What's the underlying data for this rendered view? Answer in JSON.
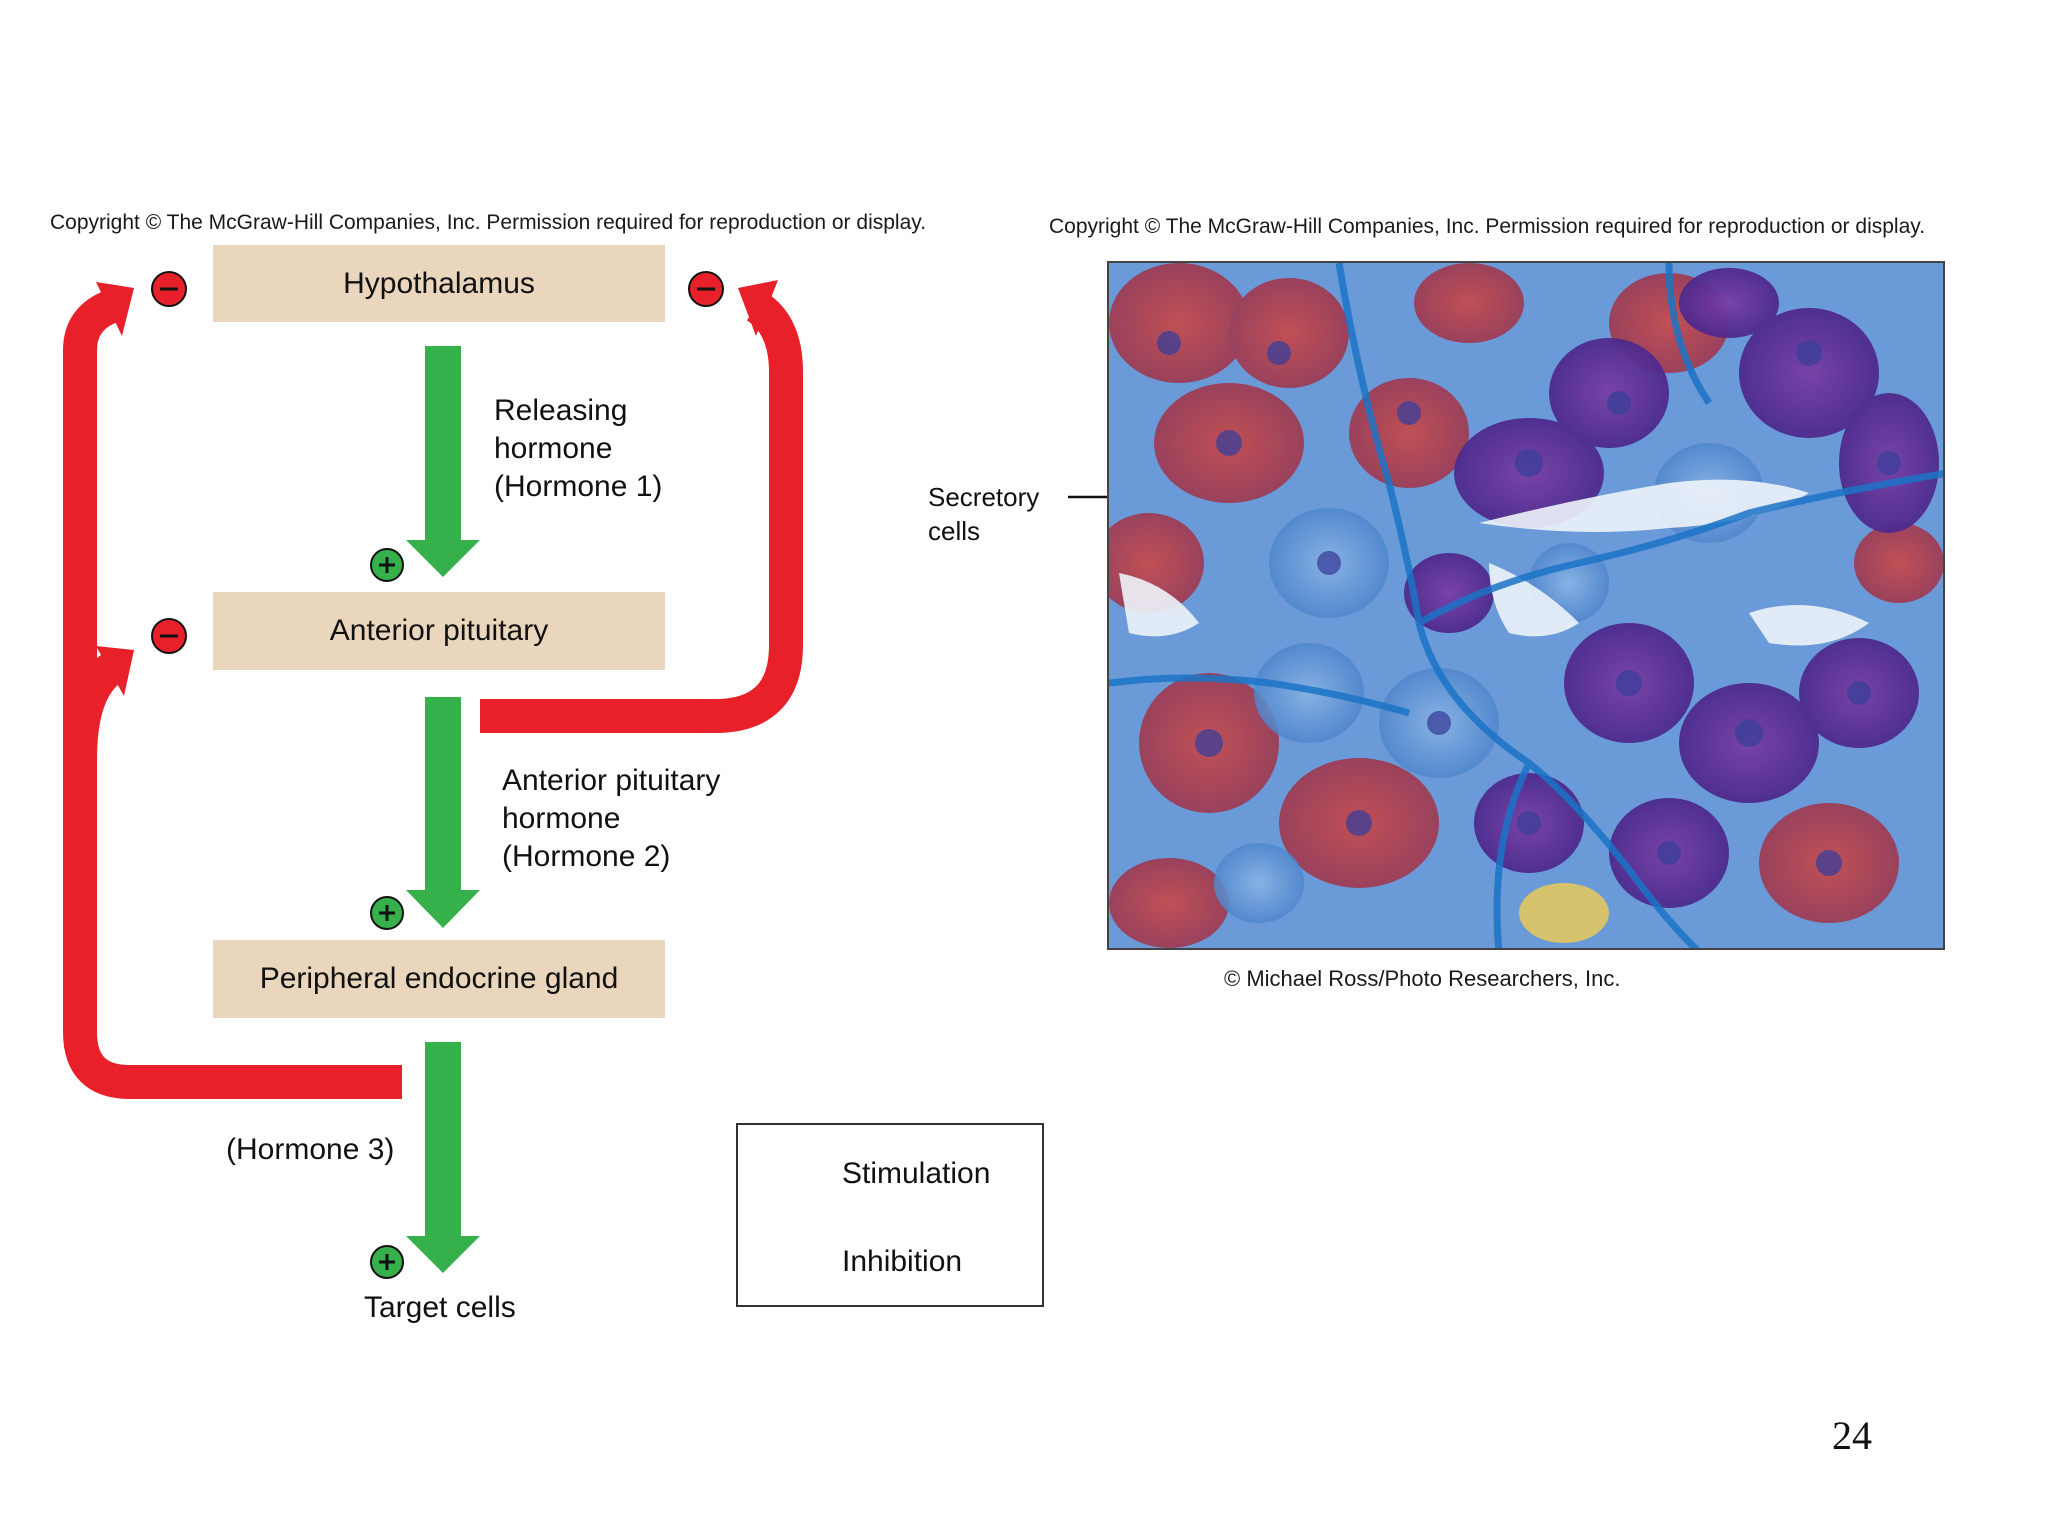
{
  "copyright_left": "Copyright © The McGraw-Hill Companies, Inc. Permission required for reproduction or display.",
  "copyright_right": "Copyright © The McGraw-Hill Companies, Inc. Permission required for reproduction or display.",
  "diagram": {
    "hypothalamus": "Hypothalamus",
    "anterior_pituitary": "Anterior pituitary",
    "peripheral_gland": "Peripheral endocrine gland",
    "hormone1": [
      "Releasing",
      "hormone",
      "(Hormone 1)"
    ],
    "hormone2": [
      "Anterior pituitary",
      "hormone",
      "(Hormone 2)"
    ],
    "hormone3": "(Hormone 3)",
    "target": "Target cells",
    "plus_sign": "+",
    "minus_sign": "−"
  },
  "legend": {
    "stimulation": "Stimulation",
    "inhibition": "Inhibition"
  },
  "micrograph": {
    "label": [
      "Secretory",
      "cells"
    ],
    "credit": "© Michael Ross/Photo Researchers, Inc."
  },
  "page_number": "24",
  "colors": {
    "stimulation": "#35b04a",
    "inhibition": "#e8202a",
    "box": "#ead6bd"
  }
}
